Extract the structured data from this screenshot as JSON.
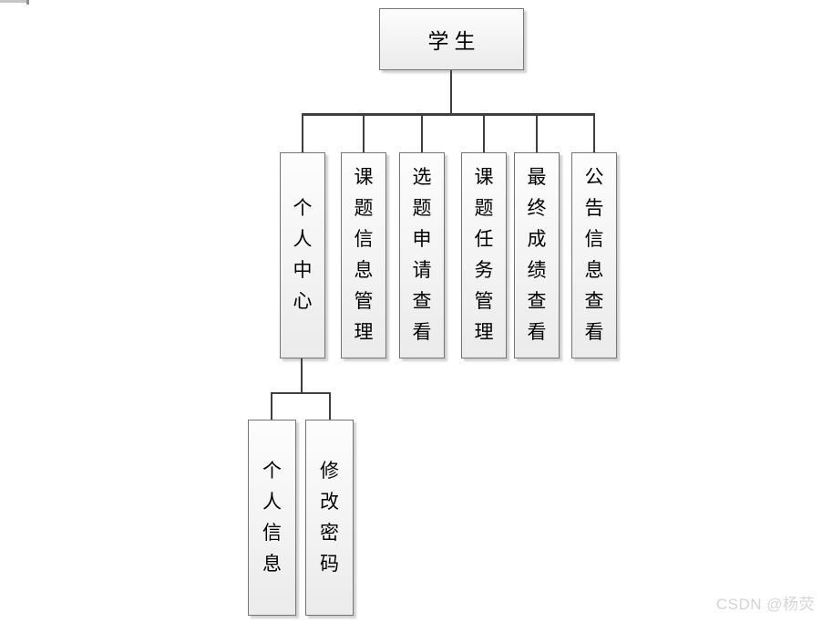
{
  "diagram": {
    "root": {
      "label": "学生"
    },
    "level2": [
      {
        "label": "个人中心"
      },
      {
        "label": "课题信息管理"
      },
      {
        "label": "选题申请查看"
      },
      {
        "label": "课题任务管理"
      },
      {
        "label": "最终成绩查看"
      },
      {
        "label": "公告信息查看"
      }
    ],
    "level3": [
      {
        "label": "个人信息"
      },
      {
        "label": "修改密码"
      }
    ]
  },
  "watermark": {
    "text": "CSDN @杨荧"
  },
  "colors": {
    "line": "#3f3f3f",
    "box_border": "#757575",
    "box_fill_top": "#fdfdfd",
    "box_fill_bottom": "#ebebeb",
    "text": "#000000",
    "watermark": "#d4d4d4",
    "background": "#ffffff"
  }
}
